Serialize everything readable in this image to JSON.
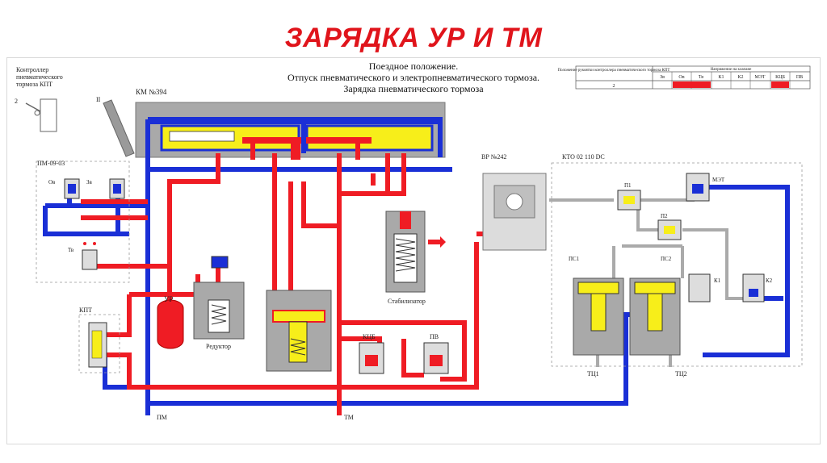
{
  "slide": {
    "title": "ЗАРЯДКА УР И ТМ"
  },
  "diagram": {
    "header": {
      "line1": "Поездное положение.",
      "line2": "Отпуск пневматического и электропневматического тормоза.",
      "line3": "Зарядка пневматического тормоза"
    },
    "controller": {
      "line1": "Контроллер",
      "line2": "пневматического",
      "line3": "тормоза КПТ",
      "pos2": "2"
    },
    "km": {
      "label": "КМ №394",
      "handle_pos": "II"
    },
    "pm0903": {
      "label": "ПМ-09-03",
      "ov": "Ов",
      "zv": "Зв",
      "tv": "Тв"
    },
    "kpt": "КПТ",
    "ur": "УР",
    "reducer": "Редуктор",
    "stabilizer": "Стабилизатор",
    "ktsb": "КЦБ",
    "pv": "ПВ",
    "pm": "ПМ",
    "tm": "ТМ",
    "vr": "ВР №242",
    "kto": "КТО 02 110 DC",
    "p1": "П1",
    "p2": "П2",
    "met": "МЭТ",
    "k1": "К1",
    "k2": "К2",
    "ps1": "ПС1",
    "ps2": "ПС2",
    "tc1": "ТЦ1",
    "tc2": "ТЦ2",
    "table": {
      "left_header": "Положение рукоятки контроллера пневматического тормоза КПТ",
      "right_header": "Напряжение на клапане",
      "columns": [
        "Зв",
        "Ов",
        "Тв",
        "К1",
        "К2",
        "МЭТ",
        "КЦБ",
        "ПВ"
      ],
      "row_label": "2",
      "active_columns": [
        "Ов",
        "Тв",
        "КЦБ"
      ]
    },
    "colors": {
      "blue": "#1a2fd6",
      "red": "#ef1c24",
      "yellow": "#f7ee1a",
      "gray": "#a9a9a9",
      "title_red": "#e0141b"
    }
  }
}
